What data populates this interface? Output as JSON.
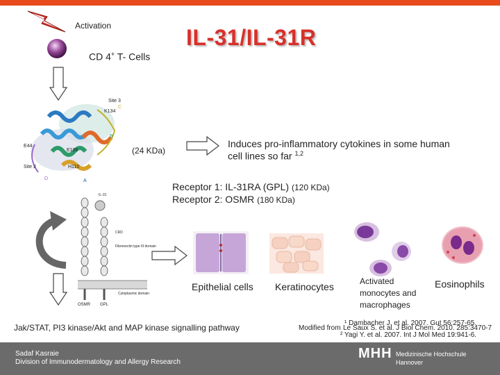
{
  "title": "IL-31/IL-31R",
  "activation_label": "Activation",
  "cd4_label": "CD 4",
  "cd4_sup": "+",
  "cd4_suffix": " T- Cells",
  "kda_label": "(24 KDa)",
  "induces_line1": "Induces pro-inflammatory cytokines in some human",
  "induces_line2": "cell lines so far ",
  "induces_sup": "1,2",
  "receptor1_main": "Receptor 1: IL-31RA (GPL) ",
  "receptor1_kda": "(120 KDa)",
  "receptor2_main": "Receptor 2: OSMR ",
  "receptor2_kda": "(180 KDa)",
  "cell_types": [
    "Epithelial cells",
    "Keratinocytes",
    "Activated",
    "monocytes and",
    "macrophages",
    "Eosinophils"
  ],
  "pathway_text": "Jak/STAT, PI3 kinase/Akt and MAP kinase signalling pathway",
  "references": {
    "ref1": "¹ Dambacher J. et al. 2007. Gut 56:257-65.",
    "modified_from": "Modified from",
    "ref2": "Le Saux S. et al. J Biol Chem. 2010. 285:3470-7",
    "ref3": "² Yagi Y. et al. 2007. Int J Mol Med 19:941-6."
  },
  "structure_labels": {
    "site3": "Site 3",
    "k134": "K134",
    "e44": "E44",
    "e106": "E106",
    "h110": "H110",
    "site2": "Site 2",
    "helix_a": "A",
    "helix_b": "B",
    "helix_c": "C",
    "helix_d": "D"
  },
  "receptor_labels": {
    "il31": "IL-31",
    "crd": "CRD",
    "fibronectin": "Fibronectin type III domain",
    "cytoplasmic": "Cytoplasmic domain",
    "osmr": "OSMR",
    "gpl": "GPL"
  },
  "footer": {
    "author": "Sadaf Kasraie",
    "division": "Division of Immunodermatology and Allergy Research",
    "logo": "MHH",
    "institution_line1": "Medizinische Hochschule",
    "institution_line2": "Hannover"
  },
  "colors": {
    "title": "#d8302a",
    "topbar": "#e84a1c",
    "footer_bg": "#6b6b6b",
    "lightning": "#d8302a",
    "tcell": "#9b4b9c"
  }
}
